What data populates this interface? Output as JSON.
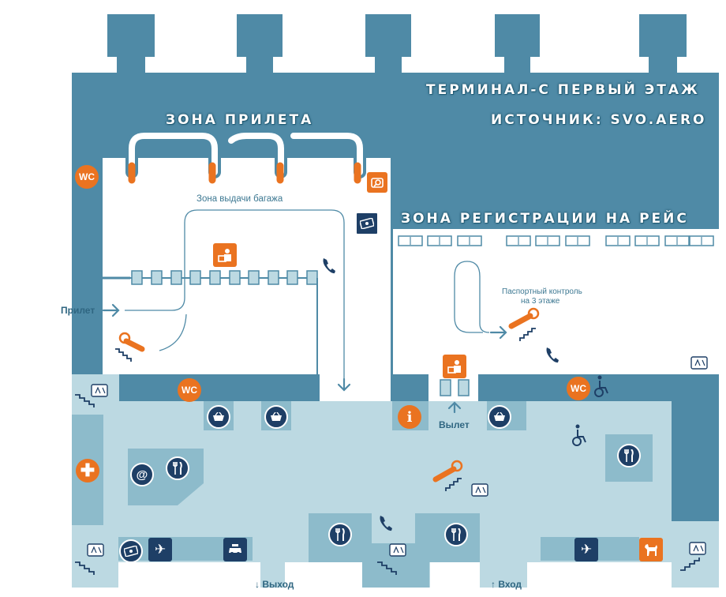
{
  "title": {
    "line1": "ТЕРМИНАЛ-С ПЕРВЫЙ ЭТАЖ",
    "line2": "ИСТОЧНИК: SVO.AERO"
  },
  "zones": {
    "arrival": "ЗОНА ПРИЛЕТА",
    "checkin": "ЗОНА РЕГИСТРАЦИИ НА РЕЙС",
    "baggage_claim": "Зона выдачи багажа",
    "passport_control": "Паспортный контроль",
    "passport_control_floor": "на 3 этаже"
  },
  "labels": {
    "arrival_entry": "Прилет",
    "departure": "Вылет",
    "exit": "Выход",
    "entrance": "Вход"
  },
  "badges": {
    "wc": "WC",
    "info": "i"
  },
  "colors": {
    "wall": "#4f8aa6",
    "floor": "#bcd9e2",
    "accent": "#ea7320",
    "icon": "#1e3f66"
  },
  "icons": [
    "wc-icon",
    "baggage-search-icon",
    "currency-exchange-icon",
    "customs-icon",
    "phone-icon",
    "escalator-icon",
    "elevator-icon",
    "info-icon",
    "shop-icon",
    "restaurant-icon",
    "internet-icon",
    "first-aid-icon",
    "flight-icon",
    "taxi-icon",
    "dog-icon",
    "wheelchair-icon"
  ]
}
